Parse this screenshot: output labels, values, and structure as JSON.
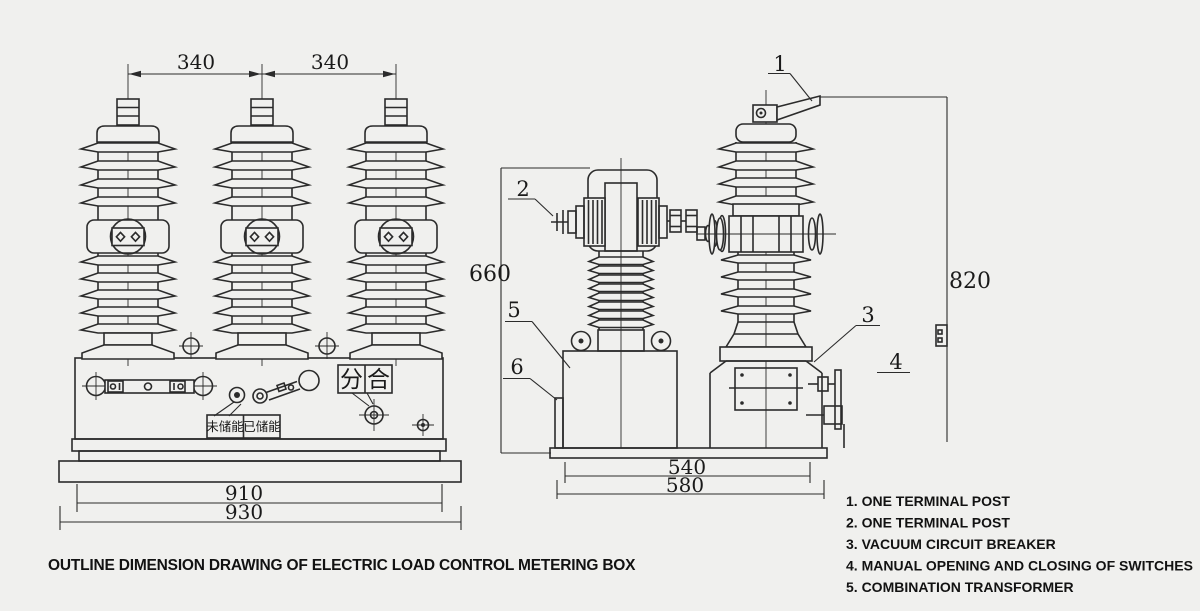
{
  "caption": "OUTLINE DIMENSION DRAWING OF ELECTRIC LOAD CONTROL METERING BOX",
  "legend": {
    "items": [
      "1. ONE TERMINAL POST",
      "2. ONE TERMINAL POST",
      "3. VACUUM CIRCUIT BREAKER",
      "4. MANUAL OPENING AND CLOSING OF SWITCHES",
      "5. COMBINATION TRANSFORMER"
    ]
  },
  "front_view": {
    "dims": {
      "pole_spacing_left": "340",
      "pole_spacing_right": "340",
      "box_width_inner": "910",
      "box_width_outer": "930"
    },
    "labels": {
      "switch_open": "分",
      "switch_close": "合",
      "not_charged": "未储能",
      "charged": "已储能"
    }
  },
  "side_view": {
    "dims": {
      "transformer_height": "660",
      "breaker_height": "820",
      "base_width_inner": "540",
      "base_width_outer": "580"
    },
    "callouts": [
      "1",
      "2",
      "3",
      "4",
      "5",
      "6"
    ]
  },
  "colors": {
    "background": "#f0f0ee",
    "line": "#2b2b2b"
  }
}
